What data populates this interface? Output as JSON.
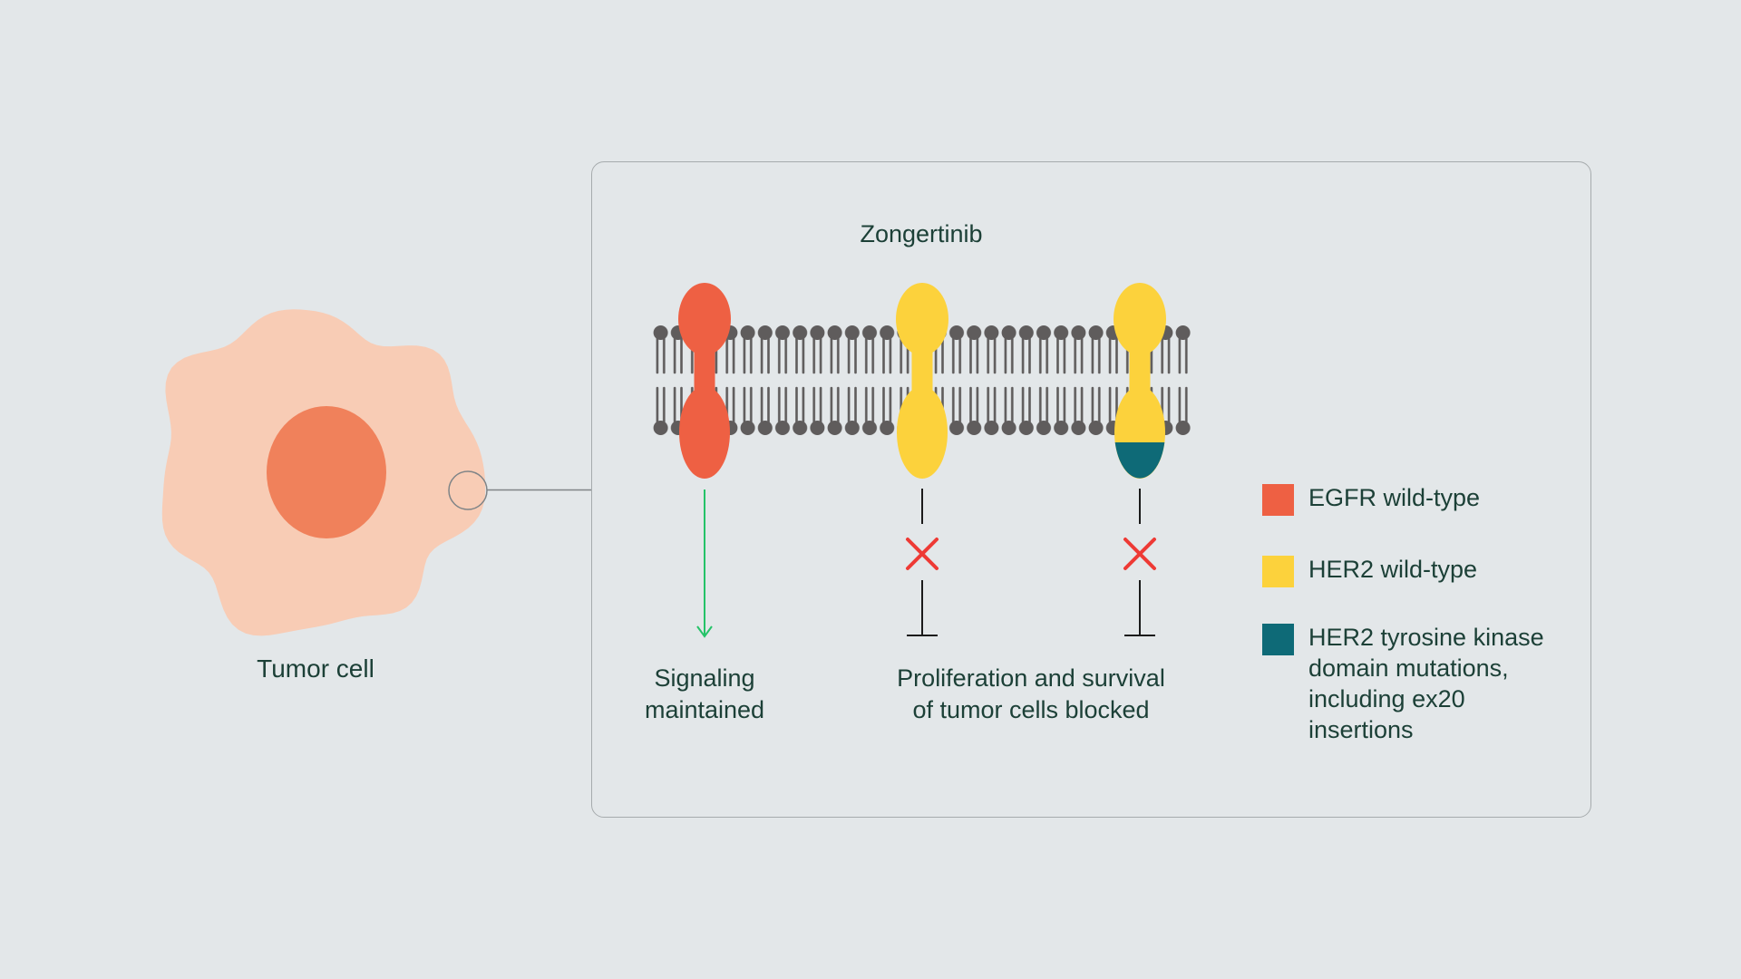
{
  "page": {
    "background_color": "#e3e7e9",
    "panel_border_color": "#a6abad"
  },
  "tumor_cell": {
    "label": "Tumor cell",
    "body_color": "#f8ccb5",
    "nucleus_color": "#f0815b"
  },
  "panel": {
    "title": "Zongertinib"
  },
  "outcomes": {
    "signaling": "Signaling\nmaintained",
    "blocked": "Proliferation and survival\nof tumor cells blocked"
  },
  "receptors": [
    {
      "name": "EGFR wild-type",
      "color": "#ee6043",
      "outcome": "signaling maintained"
    },
    {
      "name": "HER2 wild-type",
      "color": "#fcd23c",
      "outcome": "blocked"
    },
    {
      "name": "HER2 tyrosine kinase domain mutations, including ex20 insertions",
      "color": "#fcd23c",
      "mutant_domain_color": "#0e6a77",
      "outcome": "blocked"
    }
  ],
  "legend": {
    "items": [
      {
        "label": "EGFR wild-type",
        "color": "#ee6043"
      },
      {
        "label": "HER2 wild-type",
        "color": "#fcd23c"
      },
      {
        "label": "HER2 tyrosine kinase\ndomain mutations,\nincluding ex20\ninsertions",
        "color": "#0e6a77"
      }
    ]
  },
  "colors": {
    "membrane_gray": "#5f5c5c",
    "signal_green": "#25c368",
    "blocked_red": "#ee3a35",
    "line_black": "#1b1b1b",
    "magnifier_gray": "#7f8487",
    "text_dark": "#1c4037"
  }
}
